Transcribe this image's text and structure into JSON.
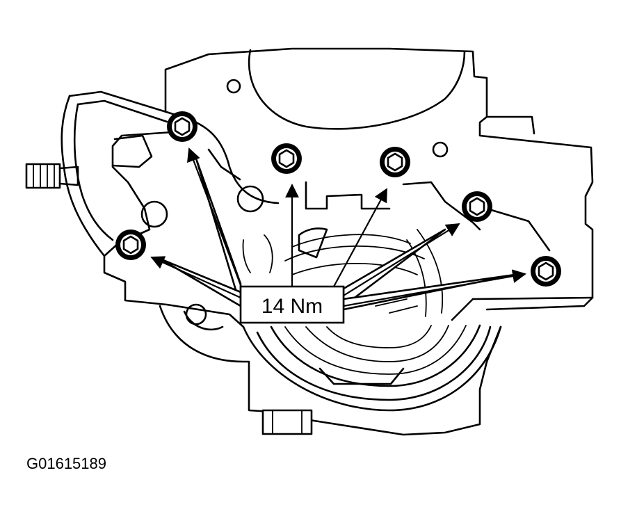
{
  "callout": {
    "torque_label": "14 Nm"
  },
  "figure": {
    "code": "G01615189"
  },
  "bolts": [
    {
      "id": "bolt-1"
    },
    {
      "id": "bolt-2"
    },
    {
      "id": "bolt-3"
    },
    {
      "id": "bolt-4"
    },
    {
      "id": "bolt-5"
    },
    {
      "id": "bolt-6"
    }
  ]
}
